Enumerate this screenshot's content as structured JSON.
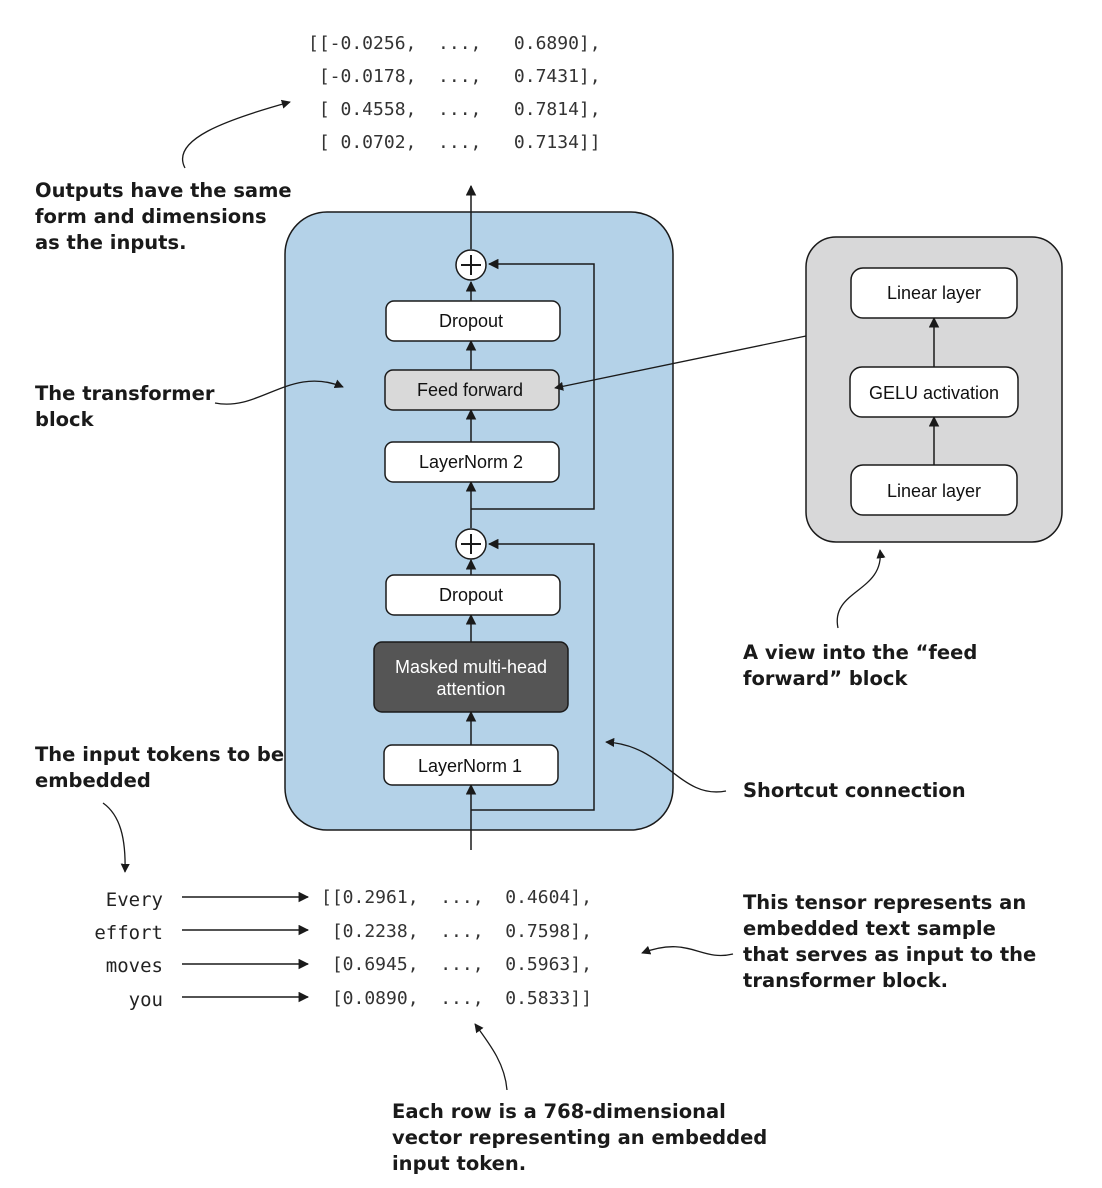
{
  "output_tensor": [
    "[[-0.0256,  ...,   0.6890],",
    " [-0.0178,  ...,   0.7431],",
    " [ 0.4558,  ...,   0.7814],",
    " [ 0.0702,  ...,   0.7134]]"
  ],
  "input_tokens": [
    "Every",
    "effort",
    "moves",
    "you"
  ],
  "input_tensor": [
    "[[0.2961,  ...,  0.4604],",
    " [0.2238,  ...,  0.7598],",
    " [0.6945,  ...,  0.5963],",
    " [0.0890,  ...,  0.5833]]"
  ],
  "transformer_block": {
    "dropout_top": "Dropout",
    "feed_forward": "Feed forward",
    "layernorm2": "LayerNorm 2",
    "dropout_bottom": "Dropout",
    "attention": [
      "Masked multi-head",
      "attention"
    ],
    "layernorm1": "LayerNorm 1",
    "plus_symbol": "+"
  },
  "feed_forward_detail": {
    "linear_top": "Linear layer",
    "gelu": "GELU activation",
    "linear_bottom": "Linear layer"
  },
  "annotations": {
    "outputs": [
      "Outputs have the same",
      "form and dimensions",
      "as the inputs."
    ],
    "transformer_block": [
      "The transformer",
      "block"
    ],
    "input_tokens": [
      "The input tokens to be",
      "embedded"
    ],
    "feed_forward_view": [
      "A view into the  “feed",
      "forward” block"
    ],
    "shortcut": [
      "Shortcut connection"
    ],
    "tensor": [
      "This tensor represents an",
      "embedded text sample",
      "that serves as input to the",
      "transformer block."
    ],
    "each_row": [
      "Each row is a 768-dimensional",
      "vector representing an embedded",
      "input token."
    ]
  },
  "colors": {
    "block_bg": "#b4d2e8",
    "ff_panel_bg": "#d8d8d9",
    "ff_box": "#d9d9d9",
    "attention_box": "#555555",
    "stroke": "#1a1a1a"
  }
}
